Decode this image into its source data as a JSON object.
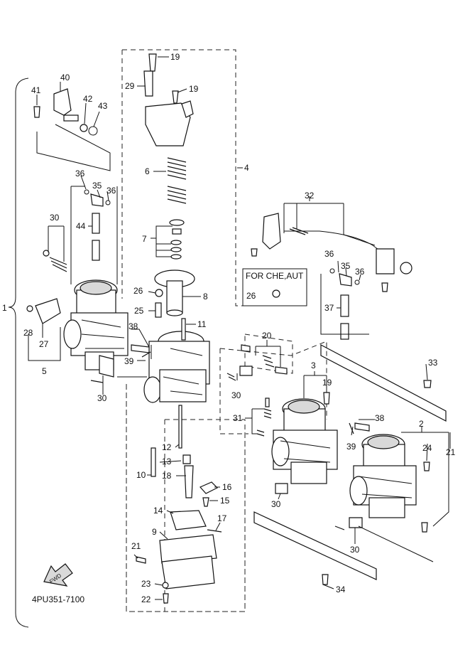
{
  "diagram": {
    "note_box_label": "FOR CHE,AUT",
    "note_box_part": "26",
    "footer_code": "4PU351-7100",
    "fwd_label": "FWD"
  },
  "callouts": [
    {
      "id": "c1",
      "label": "1"
    },
    {
      "id": "c2",
      "label": "2"
    },
    {
      "id": "c3",
      "label": "3"
    },
    {
      "id": "c4",
      "label": "4"
    },
    {
      "id": "c5",
      "label": "5"
    },
    {
      "id": "c6",
      "label": "6"
    },
    {
      "id": "c7",
      "label": "7"
    },
    {
      "id": "c8",
      "label": "8"
    },
    {
      "id": "c9",
      "label": "9"
    },
    {
      "id": "c10",
      "label": "10"
    },
    {
      "id": "c11",
      "label": "11"
    },
    {
      "id": "c12",
      "label": "12"
    },
    {
      "id": "c13",
      "label": "13"
    },
    {
      "id": "c14",
      "label": "14"
    },
    {
      "id": "c15",
      "label": "15"
    },
    {
      "id": "c16",
      "label": "16"
    },
    {
      "id": "c17",
      "label": "17"
    },
    {
      "id": "c18",
      "label": "18"
    },
    {
      "id": "c19a",
      "label": "19"
    },
    {
      "id": "c19b",
      "label": "19"
    },
    {
      "id": "c19c",
      "label": "19"
    },
    {
      "id": "c20",
      "label": "20"
    },
    {
      "id": "c21a",
      "label": "21"
    },
    {
      "id": "c21b",
      "label": "21"
    },
    {
      "id": "c22",
      "label": "22"
    },
    {
      "id": "c23",
      "label": "23"
    },
    {
      "id": "c24",
      "label": "24"
    },
    {
      "id": "c25",
      "label": "25"
    },
    {
      "id": "c26",
      "label": "26"
    },
    {
      "id": "c27",
      "label": "27"
    },
    {
      "id": "c28",
      "label": "28"
    },
    {
      "id": "c29",
      "label": "29"
    },
    {
      "id": "c30a",
      "label": "30"
    },
    {
      "id": "c30b",
      "label": "30"
    },
    {
      "id": "c30c",
      "label": "30"
    },
    {
      "id": "c30d",
      "label": "30"
    },
    {
      "id": "c30e",
      "label": "30"
    },
    {
      "id": "c31",
      "label": "31"
    },
    {
      "id": "c32",
      "label": "32"
    },
    {
      "id": "c33",
      "label": "33"
    },
    {
      "id": "c34",
      "label": "34"
    },
    {
      "id": "c35a",
      "label": "35"
    },
    {
      "id": "c35b",
      "label": "35"
    },
    {
      "id": "c36a",
      "label": "36"
    },
    {
      "id": "c36b",
      "label": "36"
    },
    {
      "id": "c36c",
      "label": "36"
    },
    {
      "id": "c36d",
      "label": "36"
    },
    {
      "id": "c37",
      "label": "37"
    },
    {
      "id": "c38a",
      "label": "38"
    },
    {
      "id": "c38b",
      "label": "38"
    },
    {
      "id": "c39a",
      "label": "39"
    },
    {
      "id": "c39b",
      "label": "39"
    },
    {
      "id": "c40",
      "label": "40"
    },
    {
      "id": "c41",
      "label": "41"
    },
    {
      "id": "c42",
      "label": "42"
    },
    {
      "id": "c43",
      "label": "43"
    },
    {
      "id": "c44",
      "label": "44"
    }
  ]
}
